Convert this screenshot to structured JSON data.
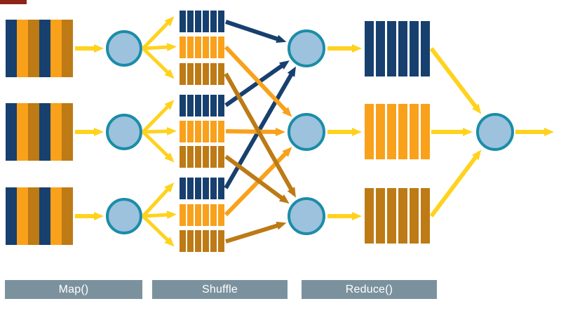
{
  "labels": {
    "map": "Map()",
    "shuffle": "Shuffle",
    "reduce": "Reduce()"
  },
  "colors": {
    "navy": "#17406F",
    "orange": "#F9A11B",
    "ochre": "#BD7A15",
    "yellow": "#FFD21E",
    "node_fill": "#9CC2DD",
    "node_stroke": "#1B8CA8",
    "label_bg": "#7B929E",
    "label_text": "#FFFFFF",
    "fragment": "#8E2418",
    "canvas": "#FFFFFF"
  },
  "stripes": {
    "input": [
      "navy",
      "orange",
      "ochre",
      "navy",
      "orange",
      "ochre"
    ],
    "navy_block": [
      "navy",
      "navy",
      "navy",
      "navy",
      "navy",
      "navy"
    ],
    "orange_block": [
      "orange",
      "orange",
      "orange",
      "orange",
      "orange",
      "orange"
    ],
    "ochre_block": [
      "ochre",
      "ochre",
      "ochre",
      "ochre",
      "ochre",
      "ochre"
    ]
  },
  "diagram": {
    "mappers": 3,
    "partitions_per_mapper": 3,
    "reducers": 3,
    "partition_order": [
      "navy",
      "orange",
      "ochre"
    ]
  }
}
